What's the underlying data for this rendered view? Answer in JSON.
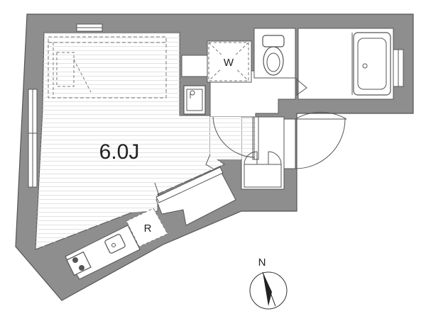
{
  "plan": {
    "room_label": "6.0J",
    "washer_label": "W",
    "fridge_label": "R",
    "north_label": "N"
  },
  "colors": {
    "wall": "#8c8c8c",
    "wall_edge": "#555555",
    "floor_line": "#e4e4e4",
    "fixture": "#555555",
    "dash": "#777777"
  }
}
